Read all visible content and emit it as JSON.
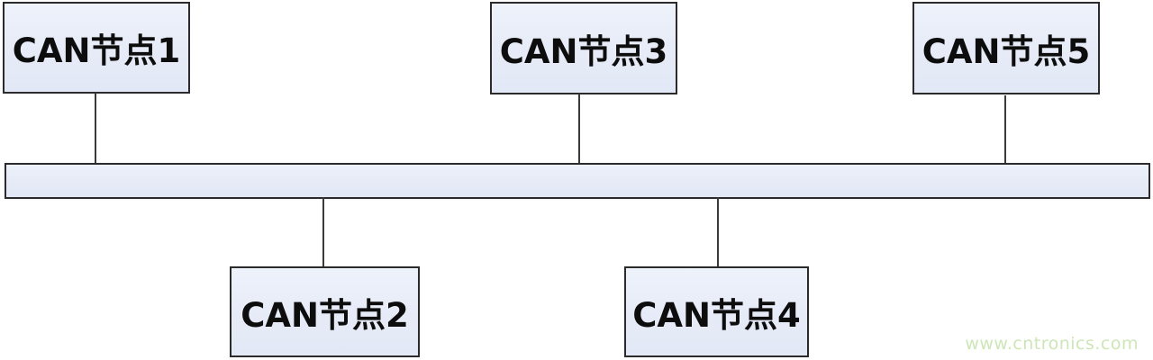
{
  "diagram": {
    "type": "bus-topology",
    "nodes": [
      {
        "id": "can-node-1",
        "label": "CAN节点1",
        "side": "top"
      },
      {
        "id": "can-node-2",
        "label": "CAN节点2",
        "side": "bottom"
      },
      {
        "id": "can-node-3",
        "label": "CAN节点3",
        "side": "top"
      },
      {
        "id": "can-node-4",
        "label": "CAN节点4",
        "side": "bottom"
      },
      {
        "id": "can-node-5",
        "label": "CAN节点5",
        "side": "top"
      }
    ],
    "connections": [
      {
        "from": "can-node-1",
        "to": "bus"
      },
      {
        "from": "can-node-2",
        "to": "bus"
      },
      {
        "from": "can-node-3",
        "to": "bus"
      },
      {
        "from": "can-node-4",
        "to": "bus"
      },
      {
        "from": "can-node-5",
        "to": "bus"
      }
    ]
  },
  "watermark": {
    "text": "www.cntronics.com"
  },
  "colors": {
    "node_fill": "#e8edf8",
    "node_border": "#2b2b2b",
    "connector_line": "#3a3a3a",
    "watermark_text": "#cde6b8",
    "background": "#ffffff"
  }
}
